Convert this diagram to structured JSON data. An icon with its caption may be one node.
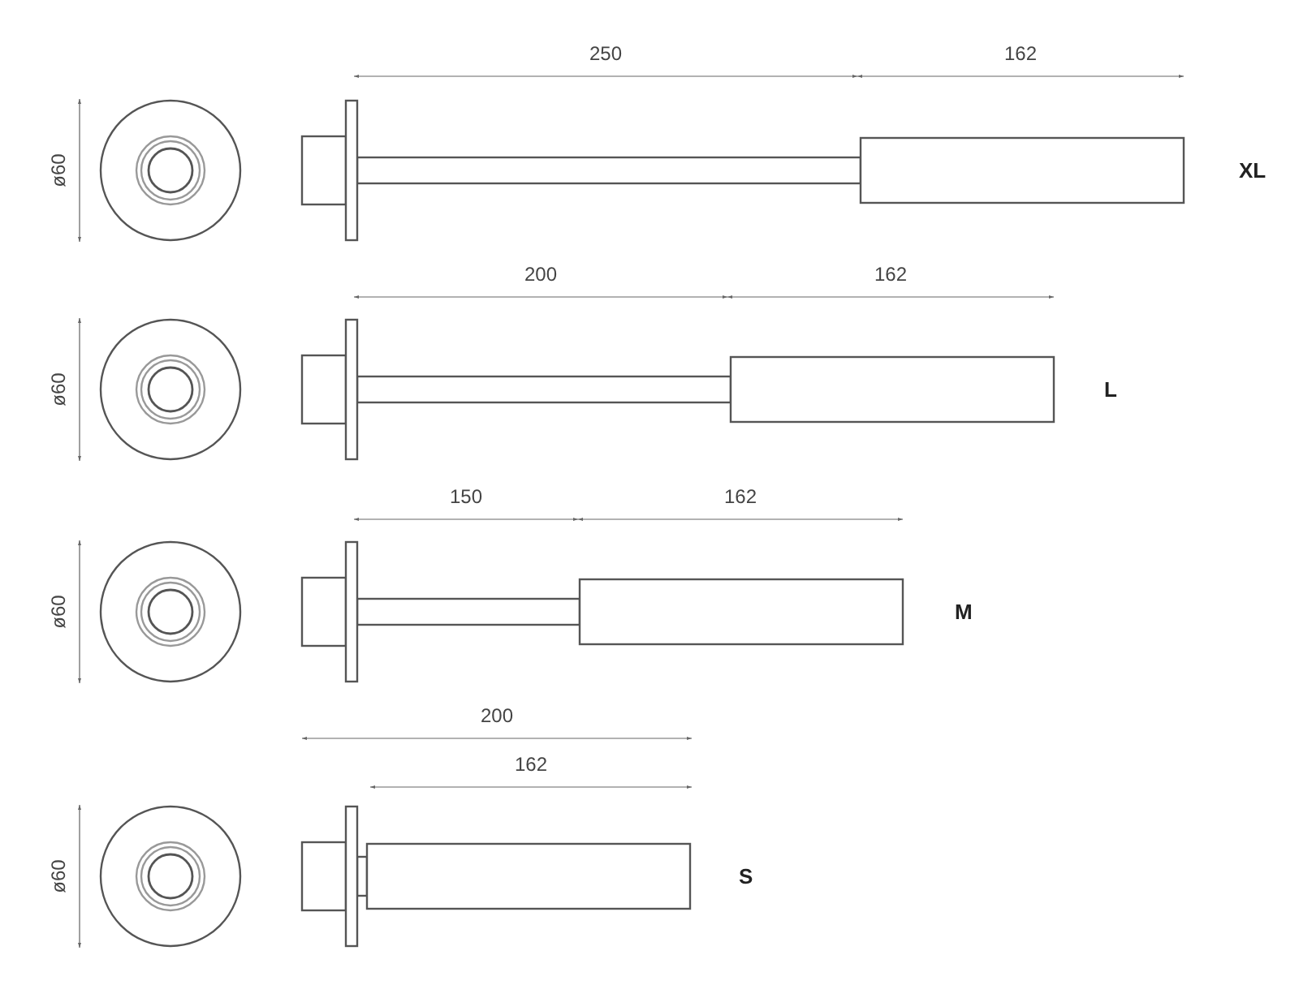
{
  "diagram": {
    "labels": [
      "250",
      "162",
      "ø60",
      "XL",
      "200",
      "162",
      "ø60",
      "L",
      "150",
      "162",
      "ø60",
      "M",
      "200",
      "162",
      "ø60",
      "S"
    ]
  }
}
